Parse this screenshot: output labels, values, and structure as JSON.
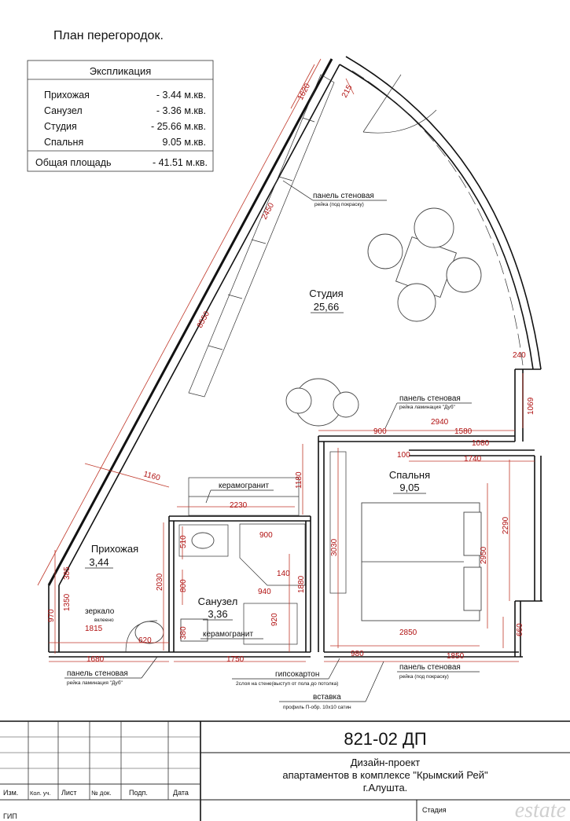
{
  "title": "План перегородок.",
  "explication": {
    "header": "Экспликация",
    "rows": [
      {
        "name": "Прихожая",
        "area": "- 3.44 м.кв."
      },
      {
        "name": "Санузел",
        "area": "- 3.36 м.кв."
      },
      {
        "name": "Студия",
        "area": "- 25.66 м.кв."
      },
      {
        "name": "Спальня",
        "area": "9.05 м.кв."
      }
    ],
    "total": {
      "name": "Общая площадь",
      "area": "- 41.51 м.кв."
    }
  },
  "rooms": {
    "studio": {
      "name": "Студия",
      "area": "25,66"
    },
    "bedroom": {
      "name": "Спальня",
      "area": "9,05"
    },
    "hall": {
      "name": "Прихожая",
      "area": "3,44"
    },
    "bath": {
      "name": "Санузел",
      "area": "3,36"
    }
  },
  "notes": {
    "panel1": "панель стеновая",
    "panel1_sub": "рейка (под покраску)",
    "panel2": "панель стеновая",
    "panel2_sub": "рейка ламинация \"Дуб\"",
    "ceramic1": "керамогранит",
    "ceramic2": "керамогранит",
    "mirror": "зеркало",
    "mirror_sub": "вклеено",
    "panel3": "панель стеновая",
    "panel3_sub": "рейка ламинация \"Дуб\"",
    "gypsum": "гипсокартон",
    "gypsum_sub": "2слоя на стене(выступ от пола до потолка)",
    "insert": "вставка",
    "insert_sub": "профиль П-обр. 10х10 сатин",
    "panel4": "панель стеновая",
    "panel4_sub": "рейка (под покраску)"
  },
  "dims": {
    "d1620": "1620",
    "d215": "215",
    "d2450": "2450",
    "d8550": "8550",
    "d240": "240",
    "d1069": "1069",
    "d2940": "2940",
    "d900": "900",
    "d1580": "1580",
    "d1080": "1080",
    "d100": "100",
    "d1740": "1740",
    "d1160": "1160",
    "d1180": "1180",
    "d2230": "2230",
    "d900b": "900",
    "d510": "510",
    "d140": "140",
    "d940": "940",
    "d800": "800",
    "d2030": "2030",
    "d1880": "1880",
    "d3030": "3030",
    "d2950": "2950",
    "d2290": "2290",
    "d385": "385",
    "d1350": "1350",
    "d970": "970",
    "d1815": "1815",
    "d620": "620",
    "d380": "380",
    "d920": "920",
    "d2850": "2850",
    "d660": "660",
    "d1680": "1680",
    "d1750": "1750",
    "d980": "980",
    "d1850": "1850"
  },
  "stamp": {
    "code": "821-02 ДП",
    "line1": "Дизайн-проект",
    "line2": "апартаментов в комплексе \"Крымский Рей\"",
    "line3": "г.Алушта.",
    "cols": [
      "Изм.",
      "Кол. уч.",
      "Лист",
      "№ док.",
      "Подп.",
      "Дата"
    ],
    "stage": "Стадия",
    "gip": "ГИП"
  },
  "watermark": "estate"
}
